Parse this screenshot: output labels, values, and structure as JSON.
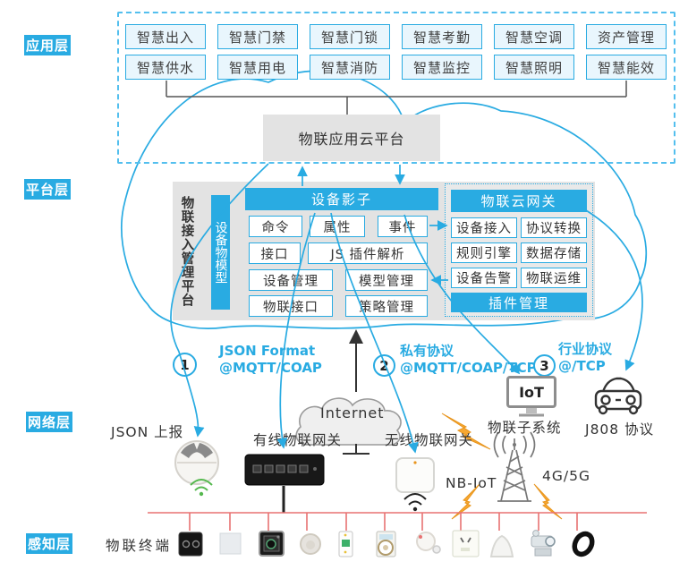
{
  "colors": {
    "accent": "#29abe2",
    "app_box_fill": "#e9f6fd",
    "panel_gray": "#e3e3e3",
    "red_bus": "#e87272",
    "bolt_yellow": "#f7a832",
    "green_wifi": "#55b84e"
  },
  "layer_labels": {
    "application": "应用层",
    "platform": "平台层",
    "network": "网络层",
    "perception": "感知层"
  },
  "application": {
    "row1": [
      "智慧出入",
      "智慧门禁",
      "智慧门锁",
      "智慧考勤",
      "智慧空调",
      "资产管理"
    ],
    "row2": [
      "智慧供水",
      "智慧用电",
      "智慧消防",
      "智慧监控",
      "智慧照明",
      "智慧能效"
    ],
    "cloud_platform": "物联应用云平台"
  },
  "platform": {
    "vertical_title": "物联接入管理平台",
    "device_model_bar": "设备物模型",
    "device_shadow": "设备影子",
    "shadow_row": [
      "命令",
      "属性",
      "事件"
    ],
    "interface_row": [
      "接口",
      "JS 插件解析"
    ],
    "mgmt_row1": [
      "设备管理",
      "模型管理"
    ],
    "mgmt_row2": [
      "物联接口",
      "策略管理"
    ],
    "cloud_gateway": {
      "header": "物联云网关",
      "cells": [
        "设备接入",
        "协议转换",
        "规则引擎",
        "数据存储",
        "设备告警",
        "物联运维"
      ],
      "footer": "插件管理"
    }
  },
  "protocols": [
    {
      "num": "1",
      "line1": "JSON Format",
      "line2": "@MQTT/COAP"
    },
    {
      "num": "2",
      "line1": "私有协议",
      "line2": "@MQTT/COAP/TCP"
    },
    {
      "num": "3",
      "line1": "行业协议",
      "line2": "@/TCP"
    }
  ],
  "network": {
    "json_report": "JSON 上报",
    "internet": "Internet",
    "wired_gateway": "有线物联网关",
    "wireless_gateway": "无线物联网关",
    "nb_iot": "NB-IoT",
    "cellular": "4G/5G",
    "iot_subsystem": "物联子系统",
    "iot_screen_text": "IoT",
    "j808": "J808 协议"
  },
  "perception": {
    "terminals_label": "物联终端",
    "device_icons": [
      "smart-switch",
      "blank-panel",
      "cube-camera",
      "motion-sensor",
      "circuit-breaker",
      "smart-meter",
      "leak-sensor",
      "socket-panel",
      "wifi-router",
      "ptz-camera",
      "smart-band"
    ]
  }
}
